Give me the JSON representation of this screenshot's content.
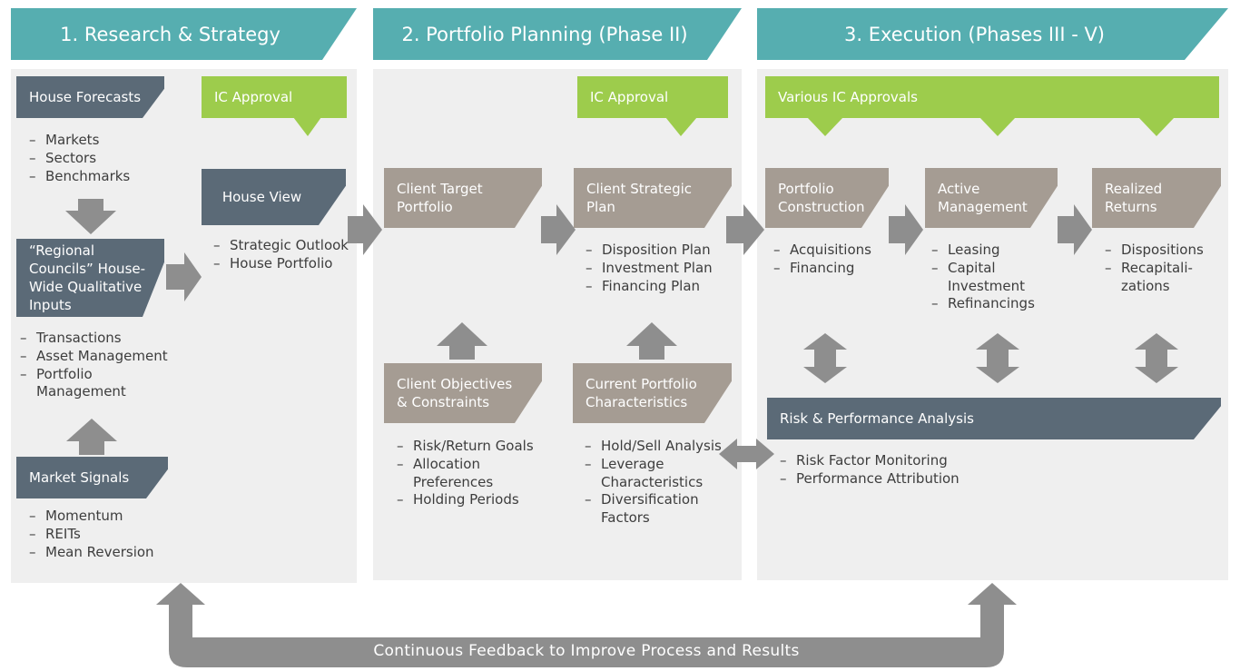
{
  "phases": [
    {
      "title": "1. Research & Strategy"
    },
    {
      "title": "2. Portfolio Planning (Phase II)"
    },
    {
      "title": "3. Execution (Phases III - V)"
    }
  ],
  "col1": {
    "house_forecasts": {
      "label": "House Forecasts",
      "items": [
        "Markets",
        "Sectors",
        "Benchmarks"
      ]
    },
    "regional_councils": {
      "label": "“Regional Councils” House-Wide Qualitative Inputs",
      "items": [
        "Transactions",
        "Asset Management",
        "Portfolio Management"
      ]
    },
    "market_signals": {
      "label": "Market Signals",
      "items": [
        "Momentum",
        "REITs",
        "Mean Reversion"
      ]
    },
    "ic_approval": "IC Approval",
    "house_view": {
      "label": "House View",
      "items": [
        "Strategic Outlook",
        "House Portfolio"
      ]
    }
  },
  "col2": {
    "ic_approval": "IC Approval",
    "client_target": {
      "label": "Client Target Portfolio"
    },
    "client_strategic": {
      "label": "Client Strategic Plan",
      "items": [
        "Disposition Plan",
        "Investment Plan",
        "Financing Plan"
      ]
    },
    "client_objectives": {
      "label": "Client Objectives & Constraints",
      "items": [
        "Risk/Return Goals",
        "Allocation Preferences",
        "Holding Periods"
      ]
    },
    "current_portfolio": {
      "label": "Current Portfolio Characteristics",
      "items": [
        "Hold/Sell Analysis",
        "Leverage Characteristics",
        "Diversification Factors"
      ]
    }
  },
  "col3": {
    "ic_approvals": "Various IC Approvals",
    "portfolio_construction": {
      "label": "Portfolio Construction",
      "items": [
        "Acquisitions",
        "Financing"
      ]
    },
    "active_management": {
      "label": "Active Management",
      "items": [
        "Leasing",
        "Capital Investment",
        "Refinancings"
      ]
    },
    "realized_returns": {
      "label": "Realized Returns",
      "items": [
        "Dispositions",
        "Recapitali-zations"
      ]
    },
    "risk_performance": {
      "label": "Risk & Performance Analysis",
      "items": [
        "Risk Factor Monitoring",
        "Performance Attribution"
      ]
    }
  },
  "feedback": "Continuous Feedback to Improve Process and Results",
  "colors": {
    "teal": "#56aeb0",
    "slate": "#5b6a77",
    "tan": "#a59c93",
    "green": "#9dcc4c",
    "arrow": "#8e8e8e",
    "panel": "#efefef"
  }
}
